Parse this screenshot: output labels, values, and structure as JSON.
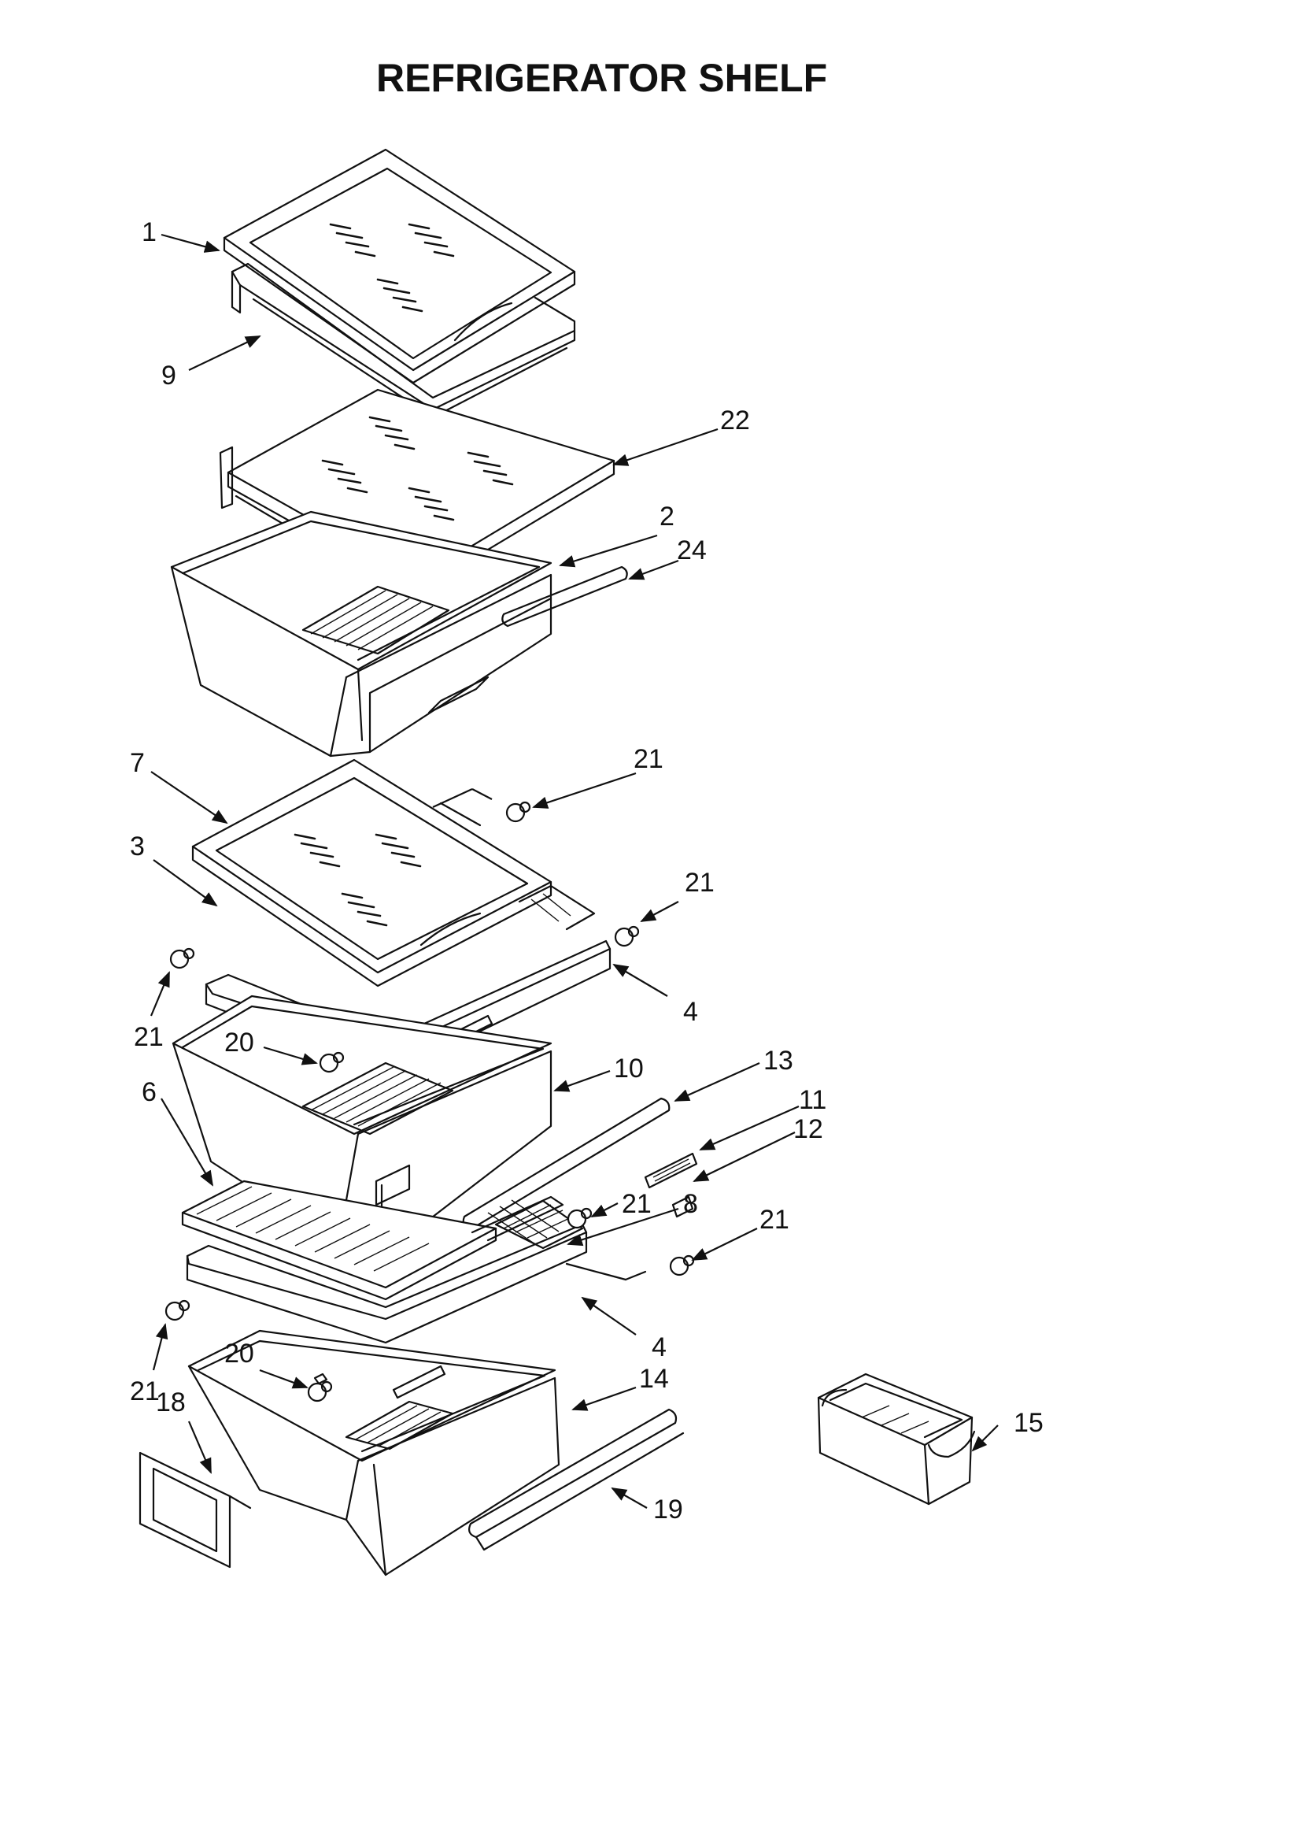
{
  "diagram": {
    "title": "REFRIGERATOR SHELF",
    "callouts": [
      {
        "id": "c1",
        "label": "1"
      },
      {
        "id": "c9",
        "label": "9"
      },
      {
        "id": "c22",
        "label": "22"
      },
      {
        "id": "c2",
        "label": "2"
      },
      {
        "id": "c24",
        "label": "24"
      },
      {
        "id": "c7",
        "label": "7"
      },
      {
        "id": "c21a",
        "label": "21"
      },
      {
        "id": "c3",
        "label": "3"
      },
      {
        "id": "c21b",
        "label": "21"
      },
      {
        "id": "c21c",
        "label": "21"
      },
      {
        "id": "c4a",
        "label": "4"
      },
      {
        "id": "c20a",
        "label": "20"
      },
      {
        "id": "c10",
        "label": "10"
      },
      {
        "id": "c13",
        "label": "13"
      },
      {
        "id": "c6",
        "label": "6"
      },
      {
        "id": "c11",
        "label": "11"
      },
      {
        "id": "c12",
        "label": "12"
      },
      {
        "id": "c21d",
        "label": "21"
      },
      {
        "id": "c8",
        "label": "8"
      },
      {
        "id": "c21e",
        "label": "21"
      },
      {
        "id": "c4b",
        "label": "4"
      },
      {
        "id": "c20b",
        "label": "20"
      },
      {
        "id": "c14",
        "label": "14"
      },
      {
        "id": "c15",
        "label": "15"
      },
      {
        "id": "c21f",
        "label": "21"
      },
      {
        "id": "c18",
        "label": "18"
      },
      {
        "id": "c19",
        "label": "19"
      }
    ]
  }
}
